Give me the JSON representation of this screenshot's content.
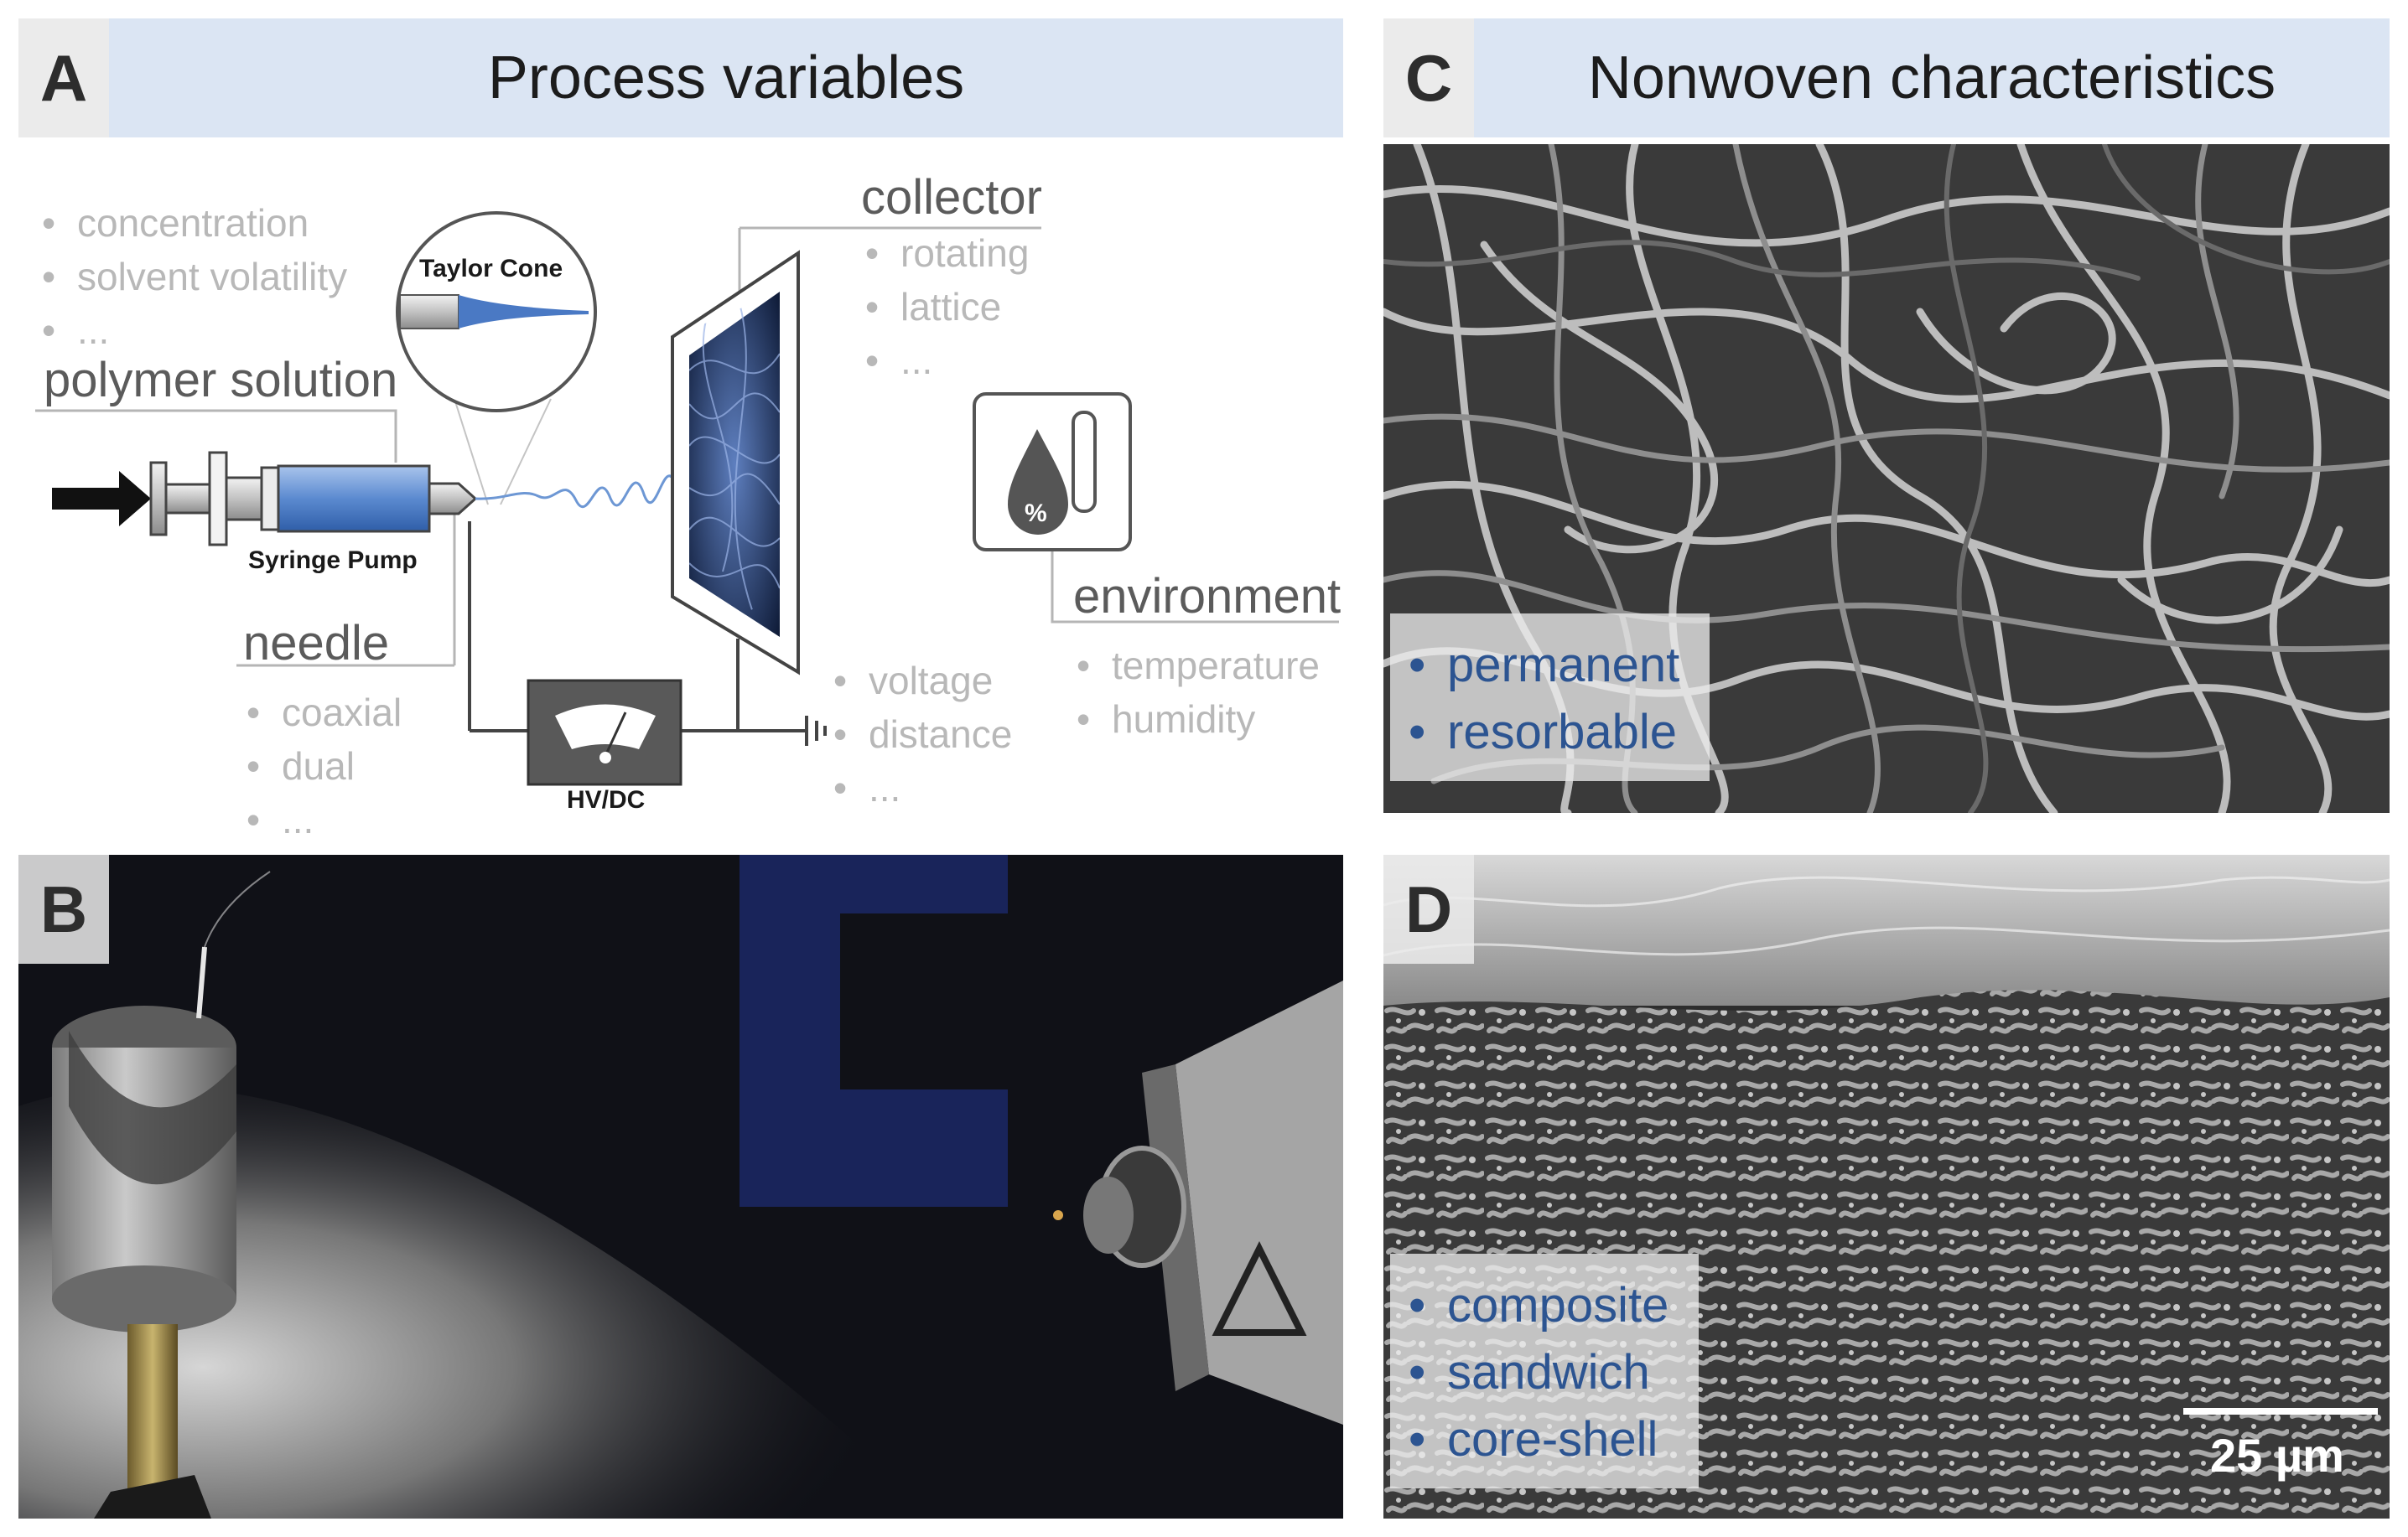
{
  "panel_a": {
    "letter": "A",
    "title": "Process variables",
    "taylor_cone": "Taylor Cone",
    "syringe_pump": "Syringe Pump",
    "hvdc": "HV/DC",
    "polymer_solution": {
      "label": "polymer solution",
      "items": [
        "concentration",
        "solvent volatility",
        "..."
      ]
    },
    "collector": {
      "label": "collector",
      "items": [
        "rotating",
        "lattice",
        "..."
      ]
    },
    "needle": {
      "label": "needle",
      "items": [
        "coaxial",
        "dual",
        "..."
      ]
    },
    "voltage_items": [
      "voltage",
      "distance",
      "..."
    ],
    "environment": {
      "label": "environment",
      "items": [
        "temperature",
        "humidity"
      ]
    },
    "bullet": "•"
  },
  "panel_b": {
    "letter": "B"
  },
  "panel_c": {
    "letter": "C",
    "title": "Nonwoven characteristics",
    "items": [
      "permanent",
      "resorbable"
    ]
  },
  "panel_d": {
    "letter": "D",
    "items": [
      "composite",
      "sandwich",
      "core-shell"
    ],
    "scale_bar": "25 µm"
  },
  "colors": {
    "header_blue": "#dbe5f3",
    "label_blue": "#2c5491",
    "syringe_blue": "#5b8ad0",
    "letter_bg": "#ebebeb"
  }
}
